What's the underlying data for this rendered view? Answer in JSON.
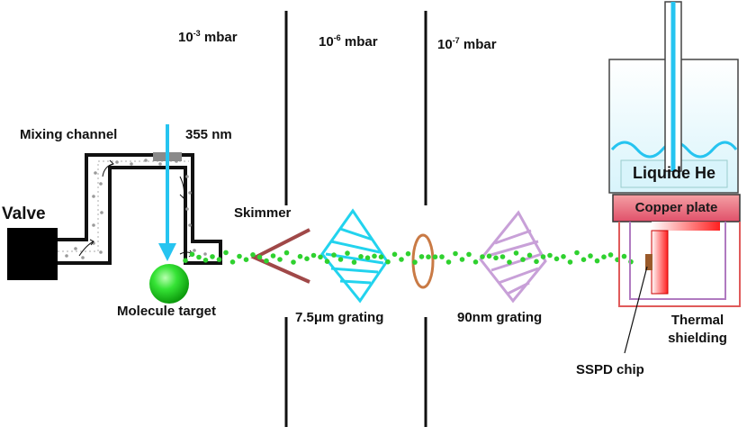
{
  "pressures": [
    {
      "base": "10",
      "exp": "-3",
      "unit": " mbar"
    },
    {
      "base": "10",
      "exp": "-6",
      "unit": " mbar"
    },
    {
      "base": "10",
      "exp": "-7",
      "unit": " mbar"
    }
  ],
  "labels": {
    "valve": "Valve",
    "mixing_channel": "Mixing channel",
    "laser": "355 nm",
    "molecule_target": "Molecule target",
    "skimmer": "Skimmer",
    "grating1": "7.5μm grating",
    "grating2": "90nm grating",
    "liquid_he": "Liquide He",
    "copper_plate": "Copper plate",
    "thermal_line1": "Thermal",
    "thermal_line2": "shielding",
    "sspd": "SSPD chip"
  },
  "colors": {
    "beam": "#2fd12f",
    "laser": "#26c4f0",
    "grating1": "#22d3ee",
    "grating2": "#c8a0d8",
    "ring": "#c97a45",
    "skimmer": "#a04848",
    "copper": "#e0606a",
    "shield_red": "#e05a5a",
    "shield_purple": "#b07ac0"
  }
}
